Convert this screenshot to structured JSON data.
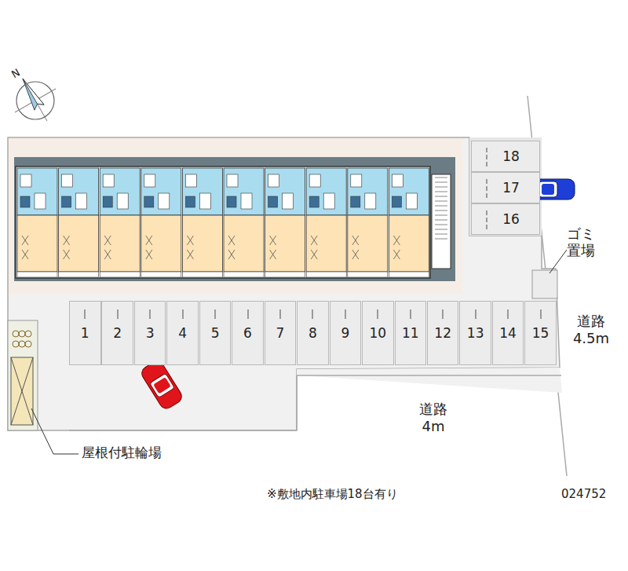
{
  "diagram": {
    "nodes": [
      {
        "text": [
          "18"
        ]
      },
      {
        "text": [
          "17"
        ]
      },
      {
        "text": [
          "16"
        ]
      },
      {
        "text": [
          "1"
        ]
      },
      {
        "text": [
          "2"
        ]
      },
      {
        "text": [
          "3"
        ]
      },
      {
        "text": [
          "4"
        ]
      },
      {
        "text": [
          "5"
        ]
      },
      {
        "text": [
          "6"
        ]
      },
      {
        "text": [
          "7"
        ]
      },
      {
        "text": [
          "8"
        ]
      },
      {
        "text": [
          "9"
        ]
      },
      {
        "text": [
          "10"
        ]
      },
      {
        "text": [
          "11"
        ]
      },
      {
        "text": [
          "12"
        ]
      },
      {
        "text": [
          "13"
        ]
      },
      {
        "text": [
          "14"
        ]
      },
      {
        "text": [
          "15"
        ]
      }
    ],
    "labels": [
      "N",
      "ゴミ置場",
      "道路 4.5m",
      "道路 4m",
      "屋根付駐輪場",
      "※敷地内駐車場18台有り",
      "024752"
    ]
  }
}
